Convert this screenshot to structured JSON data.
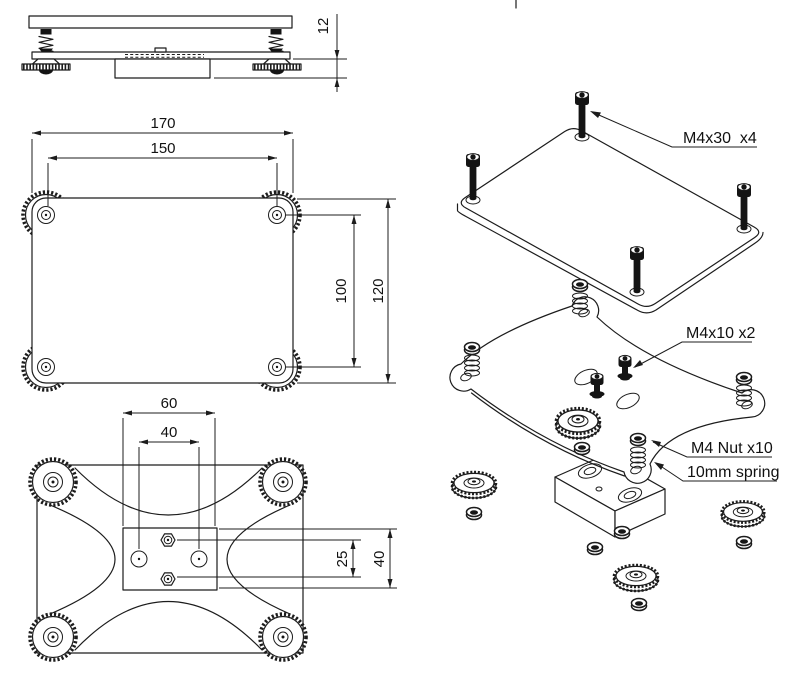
{
  "drawing": {
    "dimensions": {
      "side_thickness": "12",
      "plate_width_outer": "170",
      "plate_hole_span_x": "150",
      "plate_height_outer": "120",
      "plate_hole_span_y": "100",
      "block_width": "60",
      "block_hole_span": "40",
      "nut_span": "25",
      "block_depth": "40"
    },
    "callouts": {
      "bolt": "M4x30  x4",
      "screw": "M4x10 x2",
      "nut": "M4 Nut x10",
      "spring": "10mm spring"
    },
    "colors": {
      "line": "#1c1c1c",
      "background": "#ffffff"
    }
  }
}
